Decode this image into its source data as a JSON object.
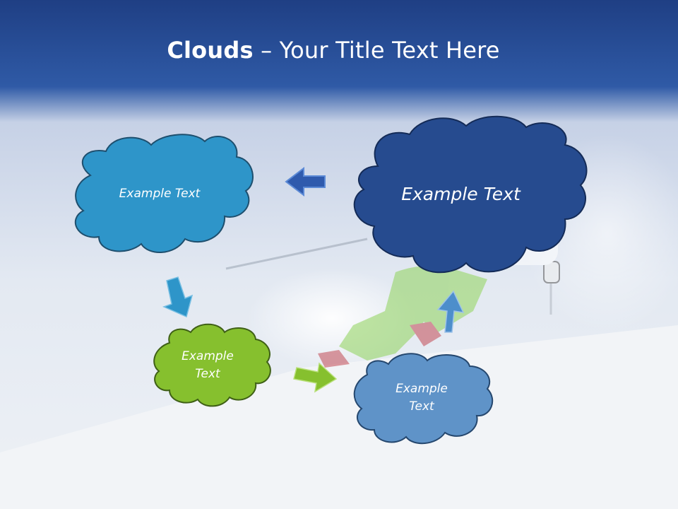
{
  "slide": {
    "title_bold": "Clouds",
    "title_sep": " – ",
    "title_rest": "Your Title Text Here"
  },
  "clouds": [
    {
      "id": "cloud-top-left",
      "text": "Example Text",
      "color": "#2E95C9"
    },
    {
      "id": "cloud-top-right",
      "text": "Example Text",
      "color": "#264B8F"
    },
    {
      "id": "cloud-middle-green",
      "lines": [
        "Example",
        "Text"
      ],
      "color": "#86C02E"
    },
    {
      "id": "cloud-bottom-right",
      "lines": [
        "Example",
        "Text"
      ],
      "color": "#5F93C8"
    }
  ],
  "colors": {
    "header": "#2B59A8",
    "arrow_dark": "#2F5AAD",
    "arrow_cyan": "#2E95C9",
    "arrow_green": "#86C02E",
    "arrow_light": "#4D8ECB"
  }
}
